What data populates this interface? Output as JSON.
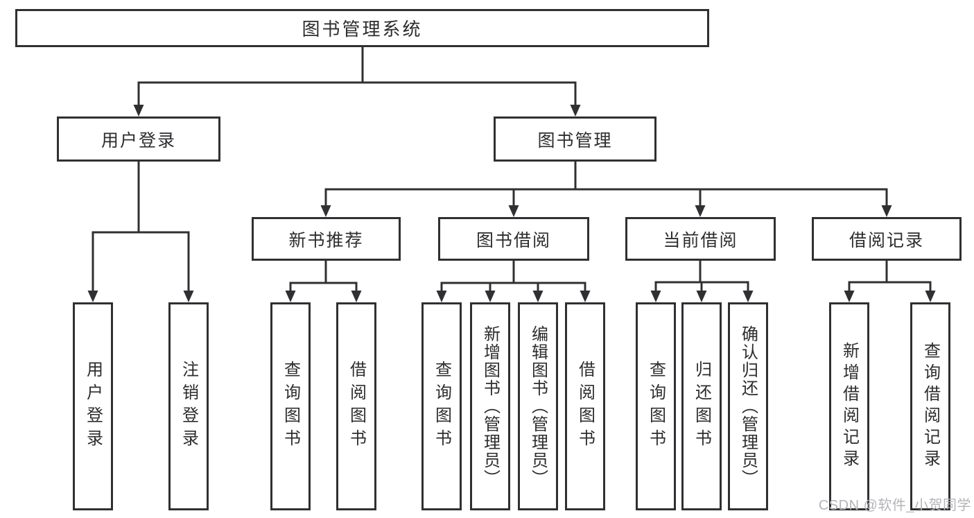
{
  "watermark": "CSDN @软件_小贺同学",
  "colors": {
    "line": "#303033",
    "text": "#2d2d30",
    "box_background": "#ffffff",
    "watermark": "#b4b4b8"
  },
  "tree": {
    "root": "图书管理系统",
    "branches": [
      {
        "label": "用户登录",
        "leaves": [
          "用户登录",
          "注销登录"
        ]
      },
      {
        "label": "图书管理",
        "groups": [
          {
            "label": "新书推荐",
            "leaves": [
              "查询图书",
              "借阅图书"
            ]
          },
          {
            "label": "图书借阅",
            "leaves": [
              "查询图书",
              "新增图书（管理员）",
              "编辑图书（管理员）",
              "借阅图书"
            ]
          },
          {
            "label": "当前借阅",
            "leaves": [
              "查询图书",
              "归还图书",
              "确认归还（管理员）"
            ]
          },
          {
            "label": "借阅记录",
            "leaves": [
              "新增借阅记录",
              "查询借阅记录"
            ]
          }
        ]
      }
    ]
  }
}
